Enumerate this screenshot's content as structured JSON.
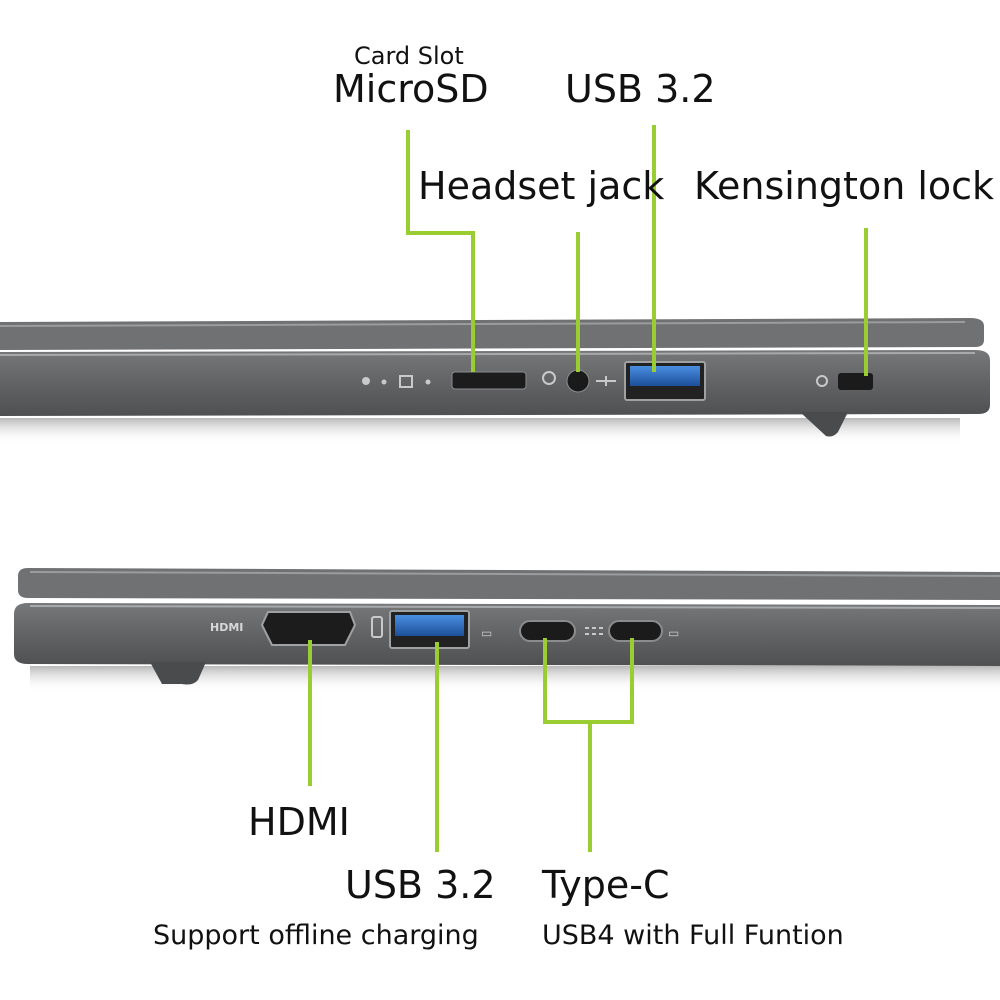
{
  "colors": {
    "accent": "#9acd32",
    "body": "#5f6062",
    "lid": "#6c6d6f",
    "usb_blue": "#2f6fc4"
  },
  "top_view": {
    "card_slot_caption": "Card Slot",
    "card_slot_label": "MicroSD",
    "usb_label": "USB 3.2",
    "headset_label": "Headset jack",
    "kensington_label": "Kensington lock"
  },
  "bottom_view": {
    "hdmi_label": "HDMI",
    "usb_label": "USB 3.2",
    "usb_note": "Support offline charging",
    "typec_label": "Type-C",
    "typec_note": "USB4 with Full Funtion",
    "hdmi_logo": "HDMI"
  }
}
